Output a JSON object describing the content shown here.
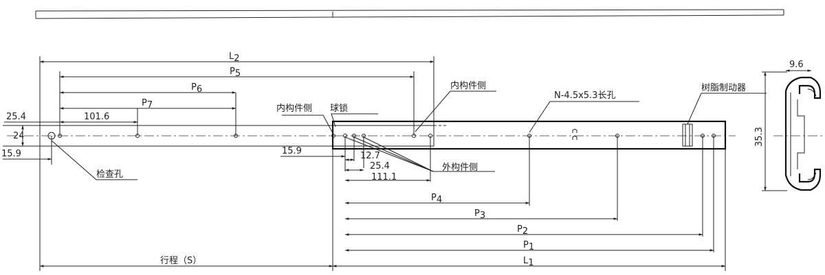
{
  "dimensions": {
    "L2": "L",
    "L2_sub": "2",
    "P5": "P",
    "P5_sub": "5",
    "P6": "P",
    "P6_sub": "6",
    "P7": "P",
    "P7_sub": "7",
    "P4": "P",
    "P4_sub": "4",
    "P3": "P",
    "P3_sub": "3",
    "P2": "P",
    "P2_sub": "2",
    "P1": "P",
    "P1_sub": "1",
    "L1": "L",
    "L1_sub": "1",
    "d25_4_left": "25.4",
    "d101_6": "101.6",
    "d24": "24",
    "d15_9_left": "15.9",
    "d15_9_mid": "15.9",
    "d12_7": "12.7",
    "d25_4_mid": "25.4",
    "d111_1": "111.1",
    "d9_6": "9.6",
    "d35_3": "35.3",
    "stroke": "行程（S）"
  },
  "labels": {
    "inner_side_upper": "内构件侧",
    "inner_side_lower": "内构件侧",
    "ball_lock": "球锁",
    "slot": "N-4.5x5.3长孔",
    "resin_stopper": "树脂制动器",
    "inspection_hole": "检查孔",
    "outer_side": "外构件侧"
  },
  "colors": {
    "line": "#222222",
    "background": "#ffffff"
  }
}
